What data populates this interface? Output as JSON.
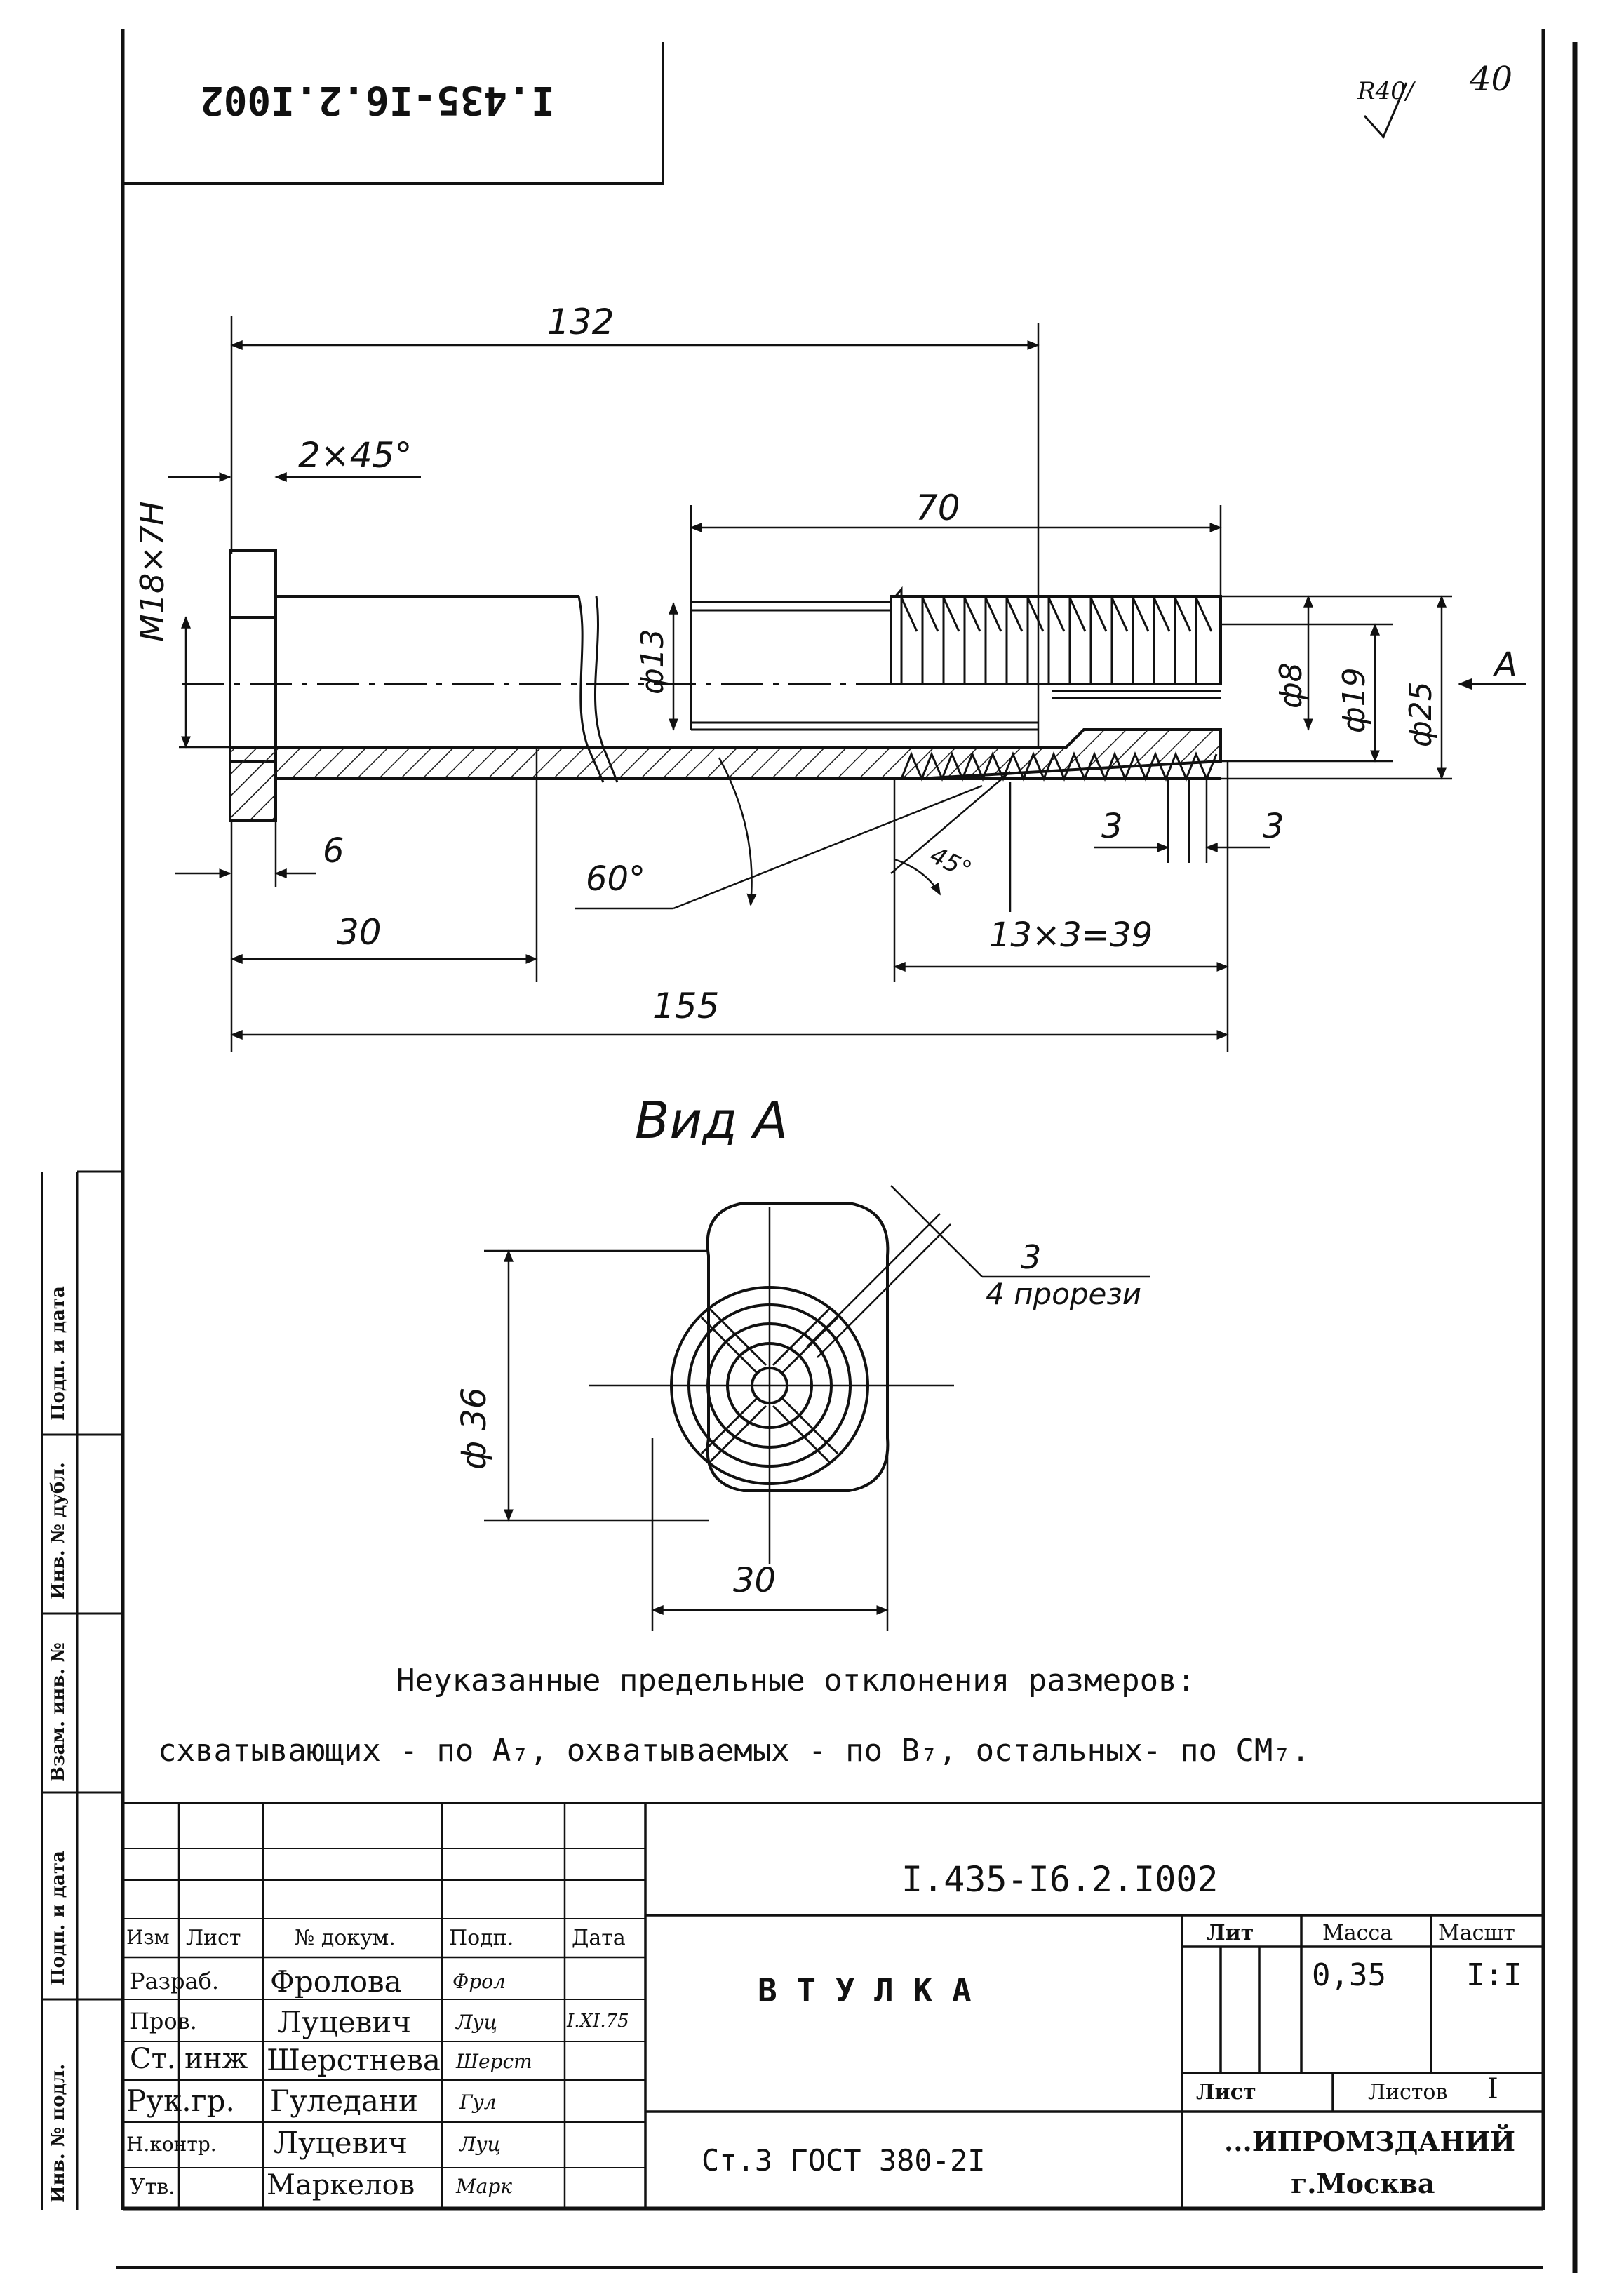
{
  "stamp_code_mirrored": "I.435-I6.2.I002",
  "page_number": "40",
  "approval_mark": "R40/",
  "drawing": {
    "dims": {
      "d132": "132",
      "chamfer": "2×45°",
      "d70": "70",
      "thread": "M18×7H",
      "dia13": "ф13",
      "dia8": "ф8",
      "dia19": "ф19",
      "dia25": "ф25",
      "view_arrow": "A",
      "d6": "6",
      "angle60": "60°",
      "angle45": "45°",
      "d3a": "3",
      "d3b": "3",
      "d30": "30",
      "d13x3": "13×3=39",
      "d155": "155"
    },
    "view_title": "Вид А",
    "view_dims": {
      "slot_width": "3",
      "slots": "4 прорези",
      "dia36": "ф 36",
      "width30": "30"
    }
  },
  "notes": {
    "line1": "Неуказанные предельные отклонения размеров:",
    "line2": "схватывающих - по А₇, охватываемых - по В₇, остальных- по СМ₇."
  },
  "side_labels": [
    "Подп. и дата",
    "Инв. № дубл.",
    "Взам. инв. №",
    "Подп. и дата",
    "Инв. № подл."
  ],
  "title_block": {
    "code": "I.435-I6.2.I002",
    "name": "В Т У Л К А",
    "headers": {
      "izm": "Изм",
      "list": "Лист",
      "doc": "№ докум.",
      "sign": "Подп.",
      "date": "Дата"
    },
    "rows": [
      {
        "role": "Разраб.",
        "name": "Фролова",
        "sign": "Фрол",
        "date": ""
      },
      {
        "role": "Пров.",
        "name": "Луцевич",
        "sign": "Луц",
        "date": "I.ХI.75"
      },
      {
        "role": "Ст. инж",
        "name": "Шерстнева",
        "sign": "Шерст",
        "date": ""
      },
      {
        "role": "Рук.гр.",
        "name": "Гуледани",
        "sign": "Гул",
        "date": ""
      },
      {
        "role": "Н.контр.",
        "name": "Луцевич",
        "sign": "Луц",
        "date": ""
      },
      {
        "role": "Утв.",
        "name": "Маркелов",
        "sign": "Марк",
        "date": ""
      }
    ],
    "lit_label": "Лит",
    "mass_label": "Масса",
    "scale_label": "Масшт",
    "mass": "0,35",
    "scale": "I:I",
    "sheet_label": "Лист",
    "sheets_label": "Листов",
    "sheets": "I",
    "material": "Ст.3 ГОСТ 380-2I",
    "org1": "...ИПРОМЗДАНИЙ",
    "org2": "г.Москва"
  }
}
